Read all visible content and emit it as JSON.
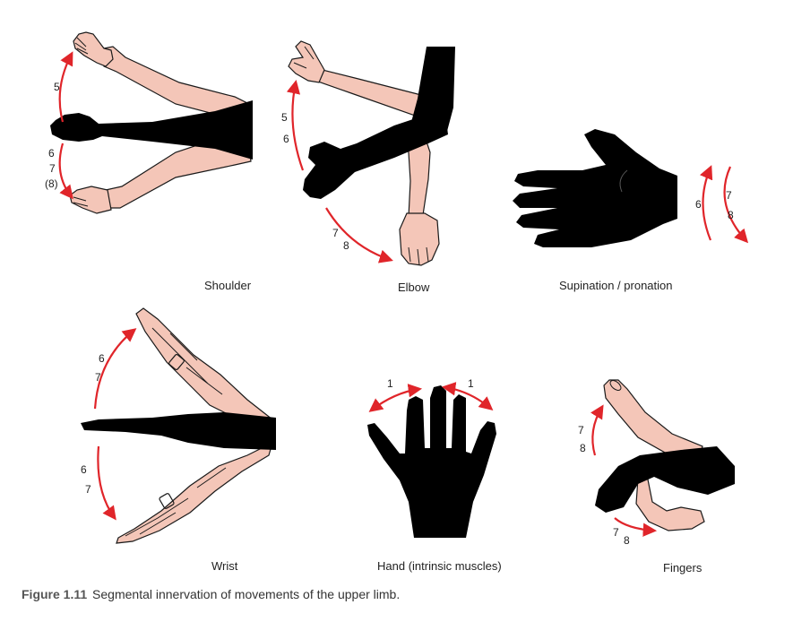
{
  "colors": {
    "skin": "#f4c6b8",
    "outline": "#1a1a1a",
    "dark_limb": "#000000",
    "arrow": "#e0252a",
    "text": "#222222",
    "caption_number": "#555555"
  },
  "panels": {
    "shoulder": {
      "label": "Shoulder",
      "upper_segment": "5",
      "lower_segments": [
        "6",
        "7",
        "(8)"
      ]
    },
    "elbow": {
      "label": "Elbow",
      "upper_segments": [
        "5",
        "6"
      ],
      "lower_segments": [
        "7",
        "8"
      ]
    },
    "supination": {
      "label": "Supination / pronation",
      "left_segment": "6",
      "right_segments": [
        "7",
        "8"
      ]
    },
    "wrist": {
      "label": "Wrist",
      "upper_segments": [
        "6",
        "7"
      ],
      "lower_segments": [
        "6",
        "7"
      ]
    },
    "hand": {
      "label": "Hand (intrinsic muscles)",
      "left_segment": "1",
      "right_segment": "1"
    },
    "fingers": {
      "label": "Fingers",
      "upper_segments": [
        "7",
        "8"
      ],
      "lower_segments": [
        "7",
        "8"
      ]
    }
  },
  "caption": {
    "number": "Figure 1.11",
    "text": "Segmental innervation of movements of the upper limb."
  }
}
